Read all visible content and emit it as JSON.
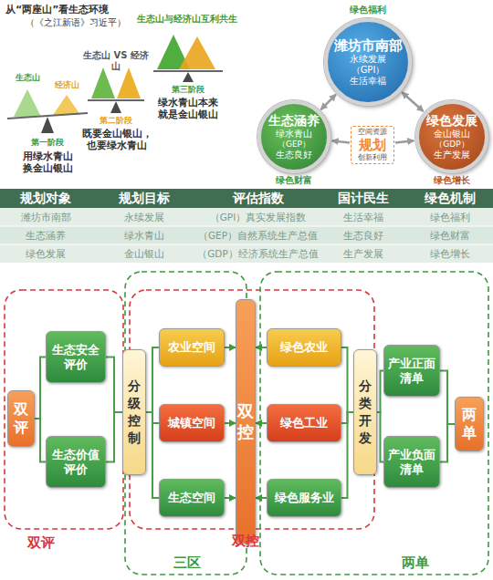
{
  "diagram": {
    "nodes": [
      {
        "text": [
          "绿色福利",
          "潍坊市南部",
          "永续发展",
          "（GPI）",
          "生活幸福"
        ]
      },
      {
        "text": [
          "生态涵养",
          "绿水青山",
          "（GEP）",
          "生态良好",
          "绿色财富"
        ]
      },
      {
        "text": [
          "绿色发展",
          "金山银山",
          "（GDP）",
          "生产发展",
          "绿色增长"
        ]
      },
      {
        "text": [
          "空间资源",
          "规划",
          "创新利用"
        ]
      },
      {
        "text": [
          "双评"
        ]
      },
      {
        "text": [
          "生态安全评价"
        ]
      },
      {
        "text": [
          "生态价值评价"
        ]
      },
      {
        "text": [
          "分级控制"
        ]
      },
      {
        "text": [
          "农业空间"
        ]
      },
      {
        "text": [
          "城镇空间"
        ]
      },
      {
        "text": [
          "生态空间"
        ]
      },
      {
        "text": [
          "双控"
        ]
      },
      {
        "text": [
          "绿色农业"
        ]
      },
      {
        "text": [
          "绿色工业"
        ]
      },
      {
        "text": [
          "绿色服务业"
        ]
      },
      {
        "text": [
          "分类开发"
        ]
      },
      {
        "text": [
          "产业正面清单"
        ]
      },
      {
        "text": [
          "产业负面清单"
        ]
      },
      {
        "text": [
          "两单"
        ]
      }
    ],
    "edges": [
      {
        "from": 0,
        "to": 1,
        "arrow": "both"
      },
      {
        "from": 0,
        "to": 2,
        "arrow": "both"
      },
      {
        "from": 3,
        "to": 1,
        "arrow": "to"
      },
      {
        "from": 3,
        "to": 2,
        "arrow": "to"
      },
      {
        "from": 4,
        "to": 5,
        "arrow": "none"
      },
      {
        "from": 4,
        "to": 6,
        "arrow": "none"
      },
      {
        "from": 5,
        "to": 7,
        "arrow": "none"
      },
      {
        "from": 6,
        "to": 7,
        "arrow": "none"
      },
      {
        "from": 7,
        "to": 8,
        "arrow": "none"
      },
      {
        "from": 7,
        "to": 9,
        "arrow": "none"
      },
      {
        "from": 7,
        "to": 10,
        "arrow": "none"
      },
      {
        "from": 8,
        "to": 11,
        "arrow": "to"
      },
      {
        "from": 9,
        "to": 11,
        "arrow": "to"
      },
      {
        "from": 10,
        "to": 11,
        "arrow": "to"
      },
      {
        "from": 12,
        "to": 11,
        "arrow": "to"
      },
      {
        "from": 13,
        "to": 11,
        "arrow": "to"
      },
      {
        "from": 14,
        "to": 11,
        "arrow": "to"
      },
      {
        "from": 15,
        "to": 12,
        "arrow": "none"
      },
      {
        "from": 15,
        "to": 13,
        "arrow": "none"
      },
      {
        "from": 15,
        "to": 14,
        "arrow": "none"
      },
      {
        "from": 16,
        "to": 15,
        "arrow": "none"
      },
      {
        "from": 17,
        "to": 15,
        "arrow": "none"
      },
      {
        "from": 18,
        "to": 16,
        "arrow": "none"
      },
      {
        "from": 18,
        "to": 17,
        "arrow": "none"
      }
    ],
    "labels": [
      "从“两座山”看生态环境",
      "（《之江新语》习近平）",
      "生态山与经济山互利共生",
      "第三阶段",
      "绿水青山本来就是金山银山",
      "生态山 VS 经济山",
      "第二阶段",
      "既要金山银山，也要绿水青山",
      "生态山",
      "经济山",
      "第一阶段",
      "用绿水青山换金山银山",
      "规划对象",
      "规划目标",
      "评估指数",
      "国计民生",
      "绿色机制",
      "潍坊市南部",
      "永续发展",
      "（GPI）真实发展指数",
      "生活幸福",
      "绿色福利",
      "生态涵养",
      "绿水青山",
      "（GEP）自然系统生产总值",
      "生态良好",
      "绿色财富",
      "绿色发展",
      "金山银山",
      "（GDP）经济系统生产总值",
      "生产发展",
      "绿色增长",
      "双评",
      "三区",
      "双控",
      "两单"
    ]
  }
}
